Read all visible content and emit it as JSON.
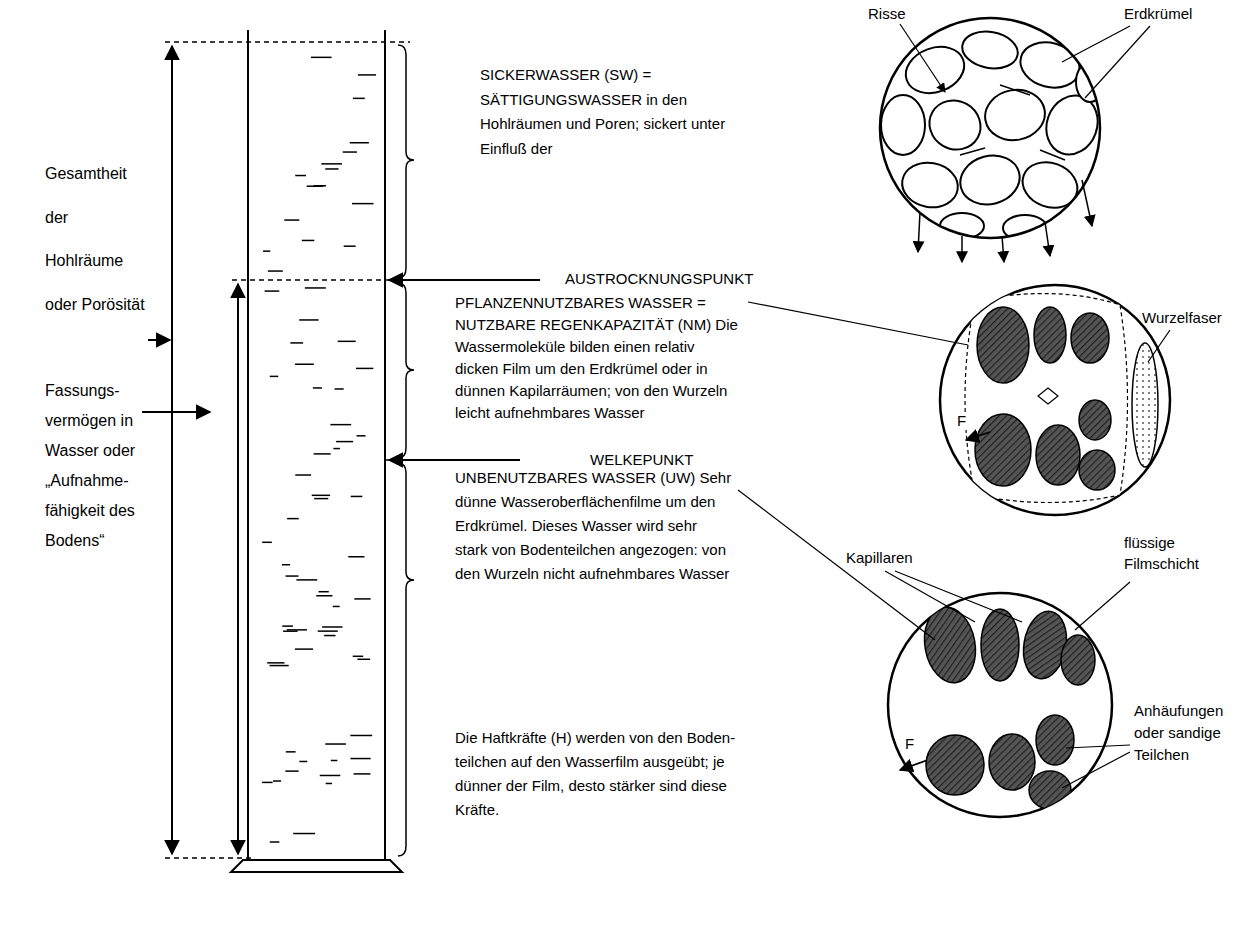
{
  "diagram": {
    "labels": [
      "Gesamtheit der Hohlräume oder Porösität",
      "Fassungs- vermögen in Wasser oder „Aufnahme- fähigkeit des Bodens“",
      "SICKERWASSER (SW) = SÄTTIGUNGSWASSER in den Hohlräumen und Poren; sickert unter Einfluß der",
      "AUSTROCKNUNGSPUNKT",
      "PFLANZENNUTZBARES WASSER = NUTZBARE REGENKAPAZITÄT (NM) Die Wassermoleküle bilden einen relativ dicken Film um den Erdkrümel oder in dünnen Kapilarräumen; von den Wurzeln leicht aufnehmbares Wasser",
      "WELKEPUNKT",
      "UNBENUTZBARES WASSER (UW) Sehr dünne Wasseroberflächenfilme um den Erdkrümel. Dieses Wasser wird sehr stark von Bodenteilchen angezogen: von den Wurzeln nicht aufnehmbares Wasser",
      "Die Haftkräfte (H) werden von den Boden-teilchen auf den Wasserfilm ausgeübt; je dünner der Film, desto stärker sind diese Kräfte.",
      "Risse",
      "Erdkrümel",
      "Wurzelfaser",
      "F",
      "flüssige Filmschicht",
      "Kapillaren",
      "F",
      "Anhäufungen oder sandige Teilchen"
    ]
  }
}
